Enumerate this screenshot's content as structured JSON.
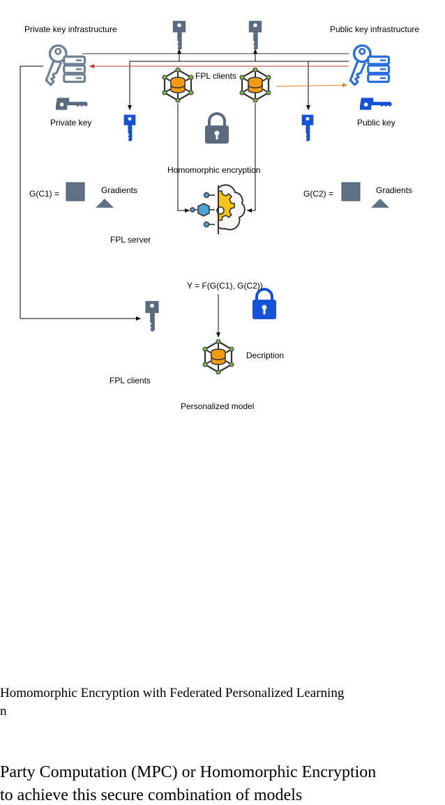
{
  "diagram": {
    "labels": {
      "private_infra": "Private key infrastructure",
      "public_infra": "Public key infrastructure",
      "fpl_clients_top": "FPL clients",
      "private_key": "Private key",
      "public_key": "Public key",
      "homomorphic_encryption": "Homomorphic encryption",
      "gc1": "G(C1) =",
      "gradients_left": "Gradients",
      "gc2": "G(C2) =",
      "gradients_right": "Gradients",
      "fpl_server": "FPL server",
      "formula": "Y = F(G(C1), G(C2))",
      "decryption": "Decription",
      "fpl_clients_bottom": "FPL clients",
      "personalized_model": "Personalized model"
    },
    "colors": {
      "key_dark": "#5a6b7d",
      "key_blue": "#1652d8",
      "infra_grey": "#6f8294",
      "infra_blue": "#2a6fe0",
      "network_ring": "#3a3a3a",
      "network_nodes": "#7ab648",
      "network_db": "#f39c12",
      "red_arrow": "#c0392b",
      "lock_dark": "#5a6b7d",
      "lock_blue": "#1652d8",
      "gear_yellow": "#f4c21b"
    }
  },
  "caption": {
    "line1": " Homomorphic   Encryption   with   Federated   Personalized   Learning",
    "line2": "n"
  },
  "body": {
    "line1": "Party Computation (MPC) or Homomorphic Encryption",
    "line2": "to achieve this secure combination of models"
  }
}
